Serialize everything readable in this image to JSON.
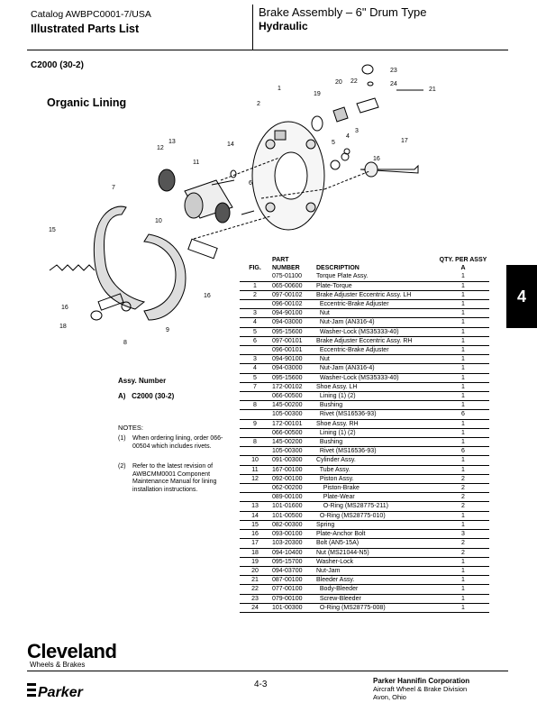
{
  "header": {
    "catalog": "Catalog AWBPC0001-7/USA",
    "list_title": "Illustrated Parts List",
    "doc_title": "Brake Assembly – 6\" Drum Type",
    "doc_subtitle": "Hydraulic"
  },
  "model": "C2000 (30-2)",
  "lining_title": "Organic Lining",
  "section_tab": "4",
  "callouts": [
    "1",
    "2",
    "3",
    "4",
    "5",
    "6",
    "7",
    "8",
    "9",
    "10",
    "11",
    "12",
    "13",
    "14",
    "15",
    "16",
    "16",
    "17",
    "18",
    "19",
    "20",
    "21",
    "22",
    "23",
    "24"
  ],
  "table": {
    "headers": {
      "fig": "FIG.",
      "part_top": "PART",
      "part": "NUMBER",
      "desc": "DESCRIPTION",
      "qty_top": "QTY. PER ASSY",
      "qty": "A"
    },
    "rows": [
      {
        "fig": "",
        "part": "075-01100",
        "desc": "Torque Plate Assy.",
        "qty": "1"
      },
      {
        "fig": "1",
        "part": "065-00600",
        "desc": "Plate-Torque",
        "qty": "1"
      },
      {
        "fig": "2",
        "part": "097-00102",
        "desc": "Brake Adjuster Eccentric Assy. LH",
        "qty": "1"
      },
      {
        "fig": "",
        "part": "096-00102",
        "desc": "  Eccentric-Brake Adjuster",
        "qty": "1"
      },
      {
        "fig": "3",
        "part": "094-90100",
        "desc": "  Nut",
        "qty": "1"
      },
      {
        "fig": "4",
        "part": "094-03000",
        "desc": "  Nut-Jam (AN316-4)",
        "qty": "1"
      },
      {
        "fig": "5",
        "part": "095-15600",
        "desc": "  Washer-Lock (MS35333-40)",
        "qty": "1"
      },
      {
        "fig": "6",
        "part": "097-00101",
        "desc": "Brake Adjuster Eccentric Assy. RH",
        "qty": "1"
      },
      {
        "fig": "",
        "part": "096-00101",
        "desc": "  Eccentric-Brake Adjuster",
        "qty": "1"
      },
      {
        "fig": "3",
        "part": "094-90100",
        "desc": "  Nut",
        "qty": "1"
      },
      {
        "fig": "4",
        "part": "094-03000",
        "desc": "  Nut-Jam (AN316-4)",
        "qty": "1"
      },
      {
        "fig": "5",
        "part": "095-15600",
        "desc": "  Washer-Lock (MS35333-40)",
        "qty": "1"
      },
      {
        "fig": "7",
        "part": "172-00102",
        "desc": "Shoe Assy. LH",
        "qty": "1"
      },
      {
        "fig": "",
        "part": "066-00500",
        "desc": "  Lining (1) (2)",
        "qty": "1"
      },
      {
        "fig": "8",
        "part": "145-00200",
        "desc": "  Bushing",
        "qty": "1"
      },
      {
        "fig": "",
        "part": "105-00300",
        "desc": "  Rivet (MS16536-93)",
        "qty": "6"
      },
      {
        "fig": "9",
        "part": "172-00101",
        "desc": "Shoe Assy. RH",
        "qty": "1"
      },
      {
        "fig": "",
        "part": "066-00500",
        "desc": "  Lining (1) (2)",
        "qty": "1"
      },
      {
        "fig": "8",
        "part": "145-00200",
        "desc": "  Bushing",
        "qty": "1"
      },
      {
        "fig": "",
        "part": "105-00300",
        "desc": "  Rivet (MS16536-93)",
        "qty": "6"
      },
      {
        "fig": "10",
        "part": "091-00300",
        "desc": "Cylinder Assy.",
        "qty": "1"
      },
      {
        "fig": "11",
        "part": "167-00100",
        "desc": "  Tube Assy.",
        "qty": "1"
      },
      {
        "fig": "12",
        "part": "092-00100",
        "desc": "  Piston Assy.",
        "qty": "2"
      },
      {
        "fig": "",
        "part": "062-00200",
        "desc": "    Piston-Brake",
        "qty": "2"
      },
      {
        "fig": "",
        "part": "089-00100",
        "desc": "    Plate-Wear",
        "qty": "2"
      },
      {
        "fig": "13",
        "part": "101-01600",
        "desc": "    O-Ring (MS28775-211)",
        "qty": "2"
      },
      {
        "fig": "14",
        "part": "101-00500",
        "desc": "  O-Ring (MS28775-010)",
        "qty": "1"
      },
      {
        "fig": "15",
        "part": "082-00300",
        "desc": "Spring",
        "qty": "1"
      },
      {
        "fig": "16",
        "part": "093-00100",
        "desc": "Plate-Anchor Bolt",
        "qty": "3"
      },
      {
        "fig": "17",
        "part": "103-20300",
        "desc": "Bolt (AN5-15A)",
        "qty": "2"
      },
      {
        "fig": "18",
        "part": "094-10400",
        "desc": "Nut (MS21044-N5)",
        "qty": "2"
      },
      {
        "fig": "19",
        "part": "095-15700",
        "desc": "Washer-Lock",
        "qty": "1"
      },
      {
        "fig": "20",
        "part": "094-03700",
        "desc": "Nut-Jam",
        "qty": "1"
      },
      {
        "fig": "21",
        "part": "087-00100",
        "desc": "Bleeder Assy.",
        "qty": "1"
      },
      {
        "fig": "22",
        "part": "077-00100",
        "desc": "  Body-Bleeder",
        "qty": "1"
      },
      {
        "fig": "23",
        "part": "079-00100",
        "desc": "  Screw-Bleeder",
        "qty": "1"
      },
      {
        "fig": "24",
        "part": "101-00300",
        "desc": "  O-Ring (MS28775-008)",
        "qty": "1"
      }
    ]
  },
  "assy": {
    "heading": "Assy. Number",
    "a_letter": "A)",
    "a_model": "C2000 (30-2)"
  },
  "notes": {
    "heading": "NOTES:",
    "n1_num": "(1)",
    "n1_text": "When ordering lining, order 066-00504 which includes rivets.",
    "n2_num": "(2)",
    "n2_text": "Refer to the latest revision of AWBCMM0001 Component Maintenance Manual for lining installation instructions."
  },
  "footer": {
    "brand": "Cleveland",
    "brand_sub": "Wheels & Brakes",
    "parker": "Parker",
    "page": "4-3",
    "corp": "Parker Hannifin Corporation",
    "division": "Aircraft Wheel & Brake Division",
    "location": "Avon, Ohio"
  }
}
